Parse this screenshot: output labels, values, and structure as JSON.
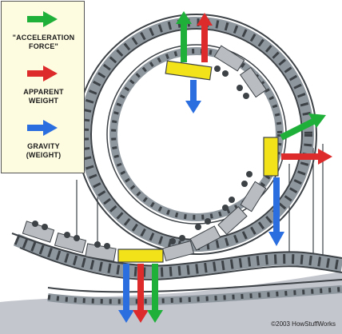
{
  "legend": {
    "items": [
      {
        "line1": "\"ACCELERATION",
        "line2": "FORCE\"",
        "color": "#1fb03a",
        "icon": "green-arrow-icon"
      },
      {
        "line1": "APPARENT",
        "line2": "WEIGHT",
        "color": "#dd2a2a",
        "icon": "red-arrow-icon"
      },
      {
        "line1": "GRAVITY",
        "line2": "(WEIGHT)",
        "color": "#2a6ee0",
        "icon": "blue-arrow-icon"
      }
    ]
  },
  "copyright": "©2003 HowStuffWorks",
  "colors": {
    "track_dark": "#3d4247",
    "track_light": "#8e969e",
    "ground": "#c4c6ce",
    "car_yellow": "#f2e21a",
    "car_gray": "#b9bdc2"
  }
}
